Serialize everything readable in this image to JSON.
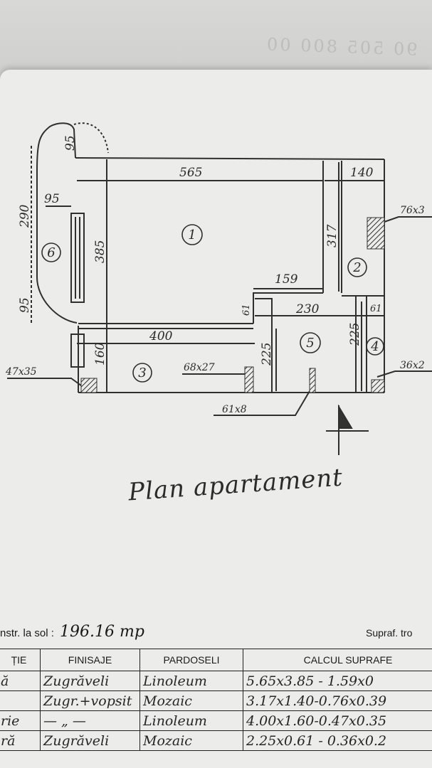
{
  "plan": {
    "dimensions": {
      "d565": "565",
      "d140": "140",
      "d95_top": "95",
      "d95_mid": "95",
      "d290": "290",
      "d385": "385",
      "d95_low": "95",
      "d317": "317",
      "d159": "159",
      "d61_a": "61",
      "d230": "230",
      "d61_b": "61",
      "d400": "400",
      "d160": "160",
      "d225_a": "225",
      "d225_b": "225"
    },
    "rooms": {
      "r1": "1",
      "r2": "2",
      "r3": "3",
      "r4": "4",
      "r5": "5",
      "r6": "6"
    },
    "columns": {
      "c47x35": "47x35",
      "c68x27": "68x27",
      "c61x8": "61x8",
      "c76x3": "76x3",
      "c36x2": "36x2"
    },
    "title": "Plan apartament"
  },
  "area": {
    "label": "nstr. la sol :",
    "value": "196.16 mp"
  },
  "supraf_label": "Supraf. tro",
  "table": {
    "headers": [
      "ȚIE",
      "FINISAJE",
      "PARDOSELI",
      "CALCUL SUPRAFE"
    ],
    "rows": [
      [
        "ă",
        "Zugrăveli",
        "Linoleum",
        "5.65x3.85 - 1.59x0"
      ],
      [
        "",
        "Zugr.+vopsit",
        "Mozaic",
        "3.17x1.40-0.76x0.39"
      ],
      [
        "rie",
        "— „ —",
        "Linoleum",
        "4.00x1.60-0.47x0.35"
      ],
      [
        "ră",
        "Zugrăveli",
        "Mozaic",
        "2.25x0.61 - 0.36x0.2"
      ]
    ]
  }
}
